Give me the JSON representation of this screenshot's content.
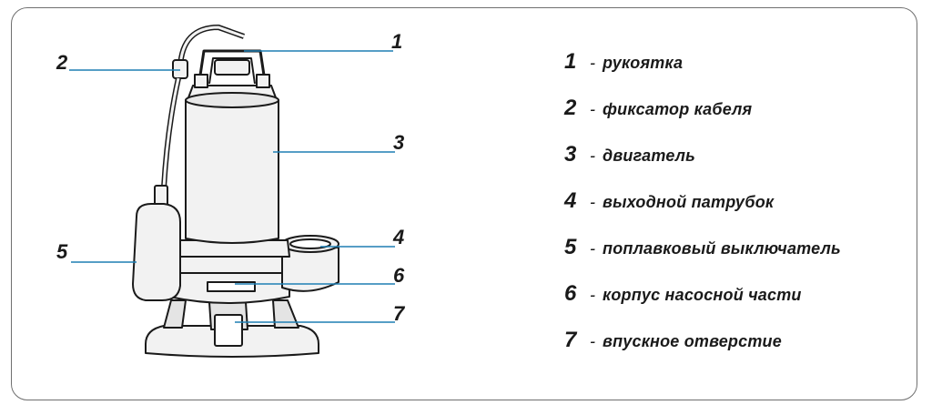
{
  "colors": {
    "leader": "#1e7fb4",
    "outline": "#1a1a1a",
    "frame": "#6f6f6f",
    "pump_fill": "#f2f2f2"
  },
  "callouts": [
    "1",
    "2",
    "3",
    "4",
    "5",
    "6",
    "7"
  ],
  "legend": [
    {
      "num": "1",
      "sep": "-",
      "text": "рукоятка"
    },
    {
      "num": "2",
      "sep": "-",
      "text": "фиксатор кабеля"
    },
    {
      "num": "3",
      "sep": "-",
      "text": "двигатель"
    },
    {
      "num": "4",
      "sep": "-",
      "text": "выходной патрубок"
    },
    {
      "num": "5",
      "sep": "-",
      "text": "поплавковый выключатель"
    },
    {
      "num": "6",
      "sep": "-",
      "text": "корпус насосной части"
    },
    {
      "num": "7",
      "sep": "-",
      "text": "впускное отверстие"
    }
  ]
}
